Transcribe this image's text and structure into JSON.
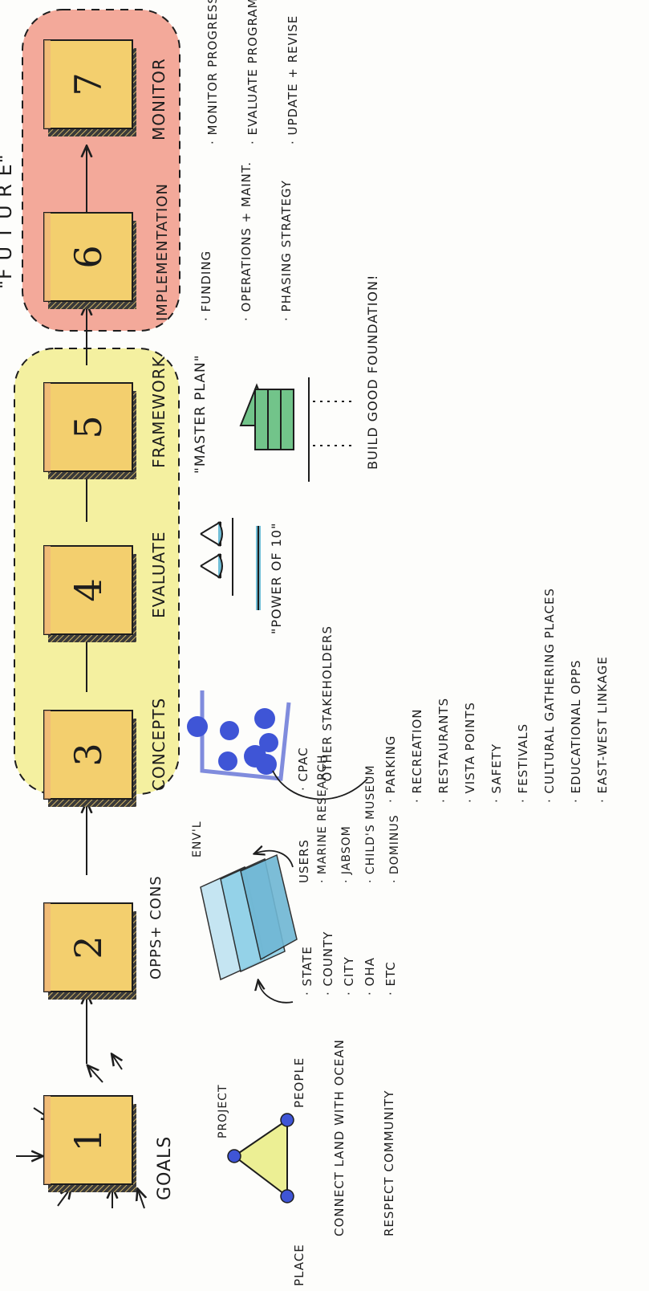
{
  "header": {
    "label": "\"F U T U R E\""
  },
  "colors": {
    "box_fill": "#f3cf6e",
    "box_top": "#f0b47a",
    "yellow_group": "#f4f0a0",
    "red_group": "#f3a99a",
    "ink": "#1d1d1d",
    "dot_blue": "#3f55d6",
    "scale_blue": "#6fbdd6",
    "layers_blue": "#8fd0e8",
    "house_green": "#72c48a",
    "triangle_yellow": "#ecef94"
  },
  "steps": [
    {
      "number": "1",
      "label": "GOALS"
    },
    {
      "number": "2",
      "label": "OPPS+ CONS"
    },
    {
      "number": "3",
      "label": "CONCEPTS"
    },
    {
      "number": "4",
      "label": "EVALUATE"
    },
    {
      "number": "5",
      "label": "FRAMEWORK"
    },
    {
      "number": "6",
      "label": "IMPLEMENTATION"
    },
    {
      "number": "7",
      "label": "MONITOR"
    }
  ],
  "goals": {
    "triangle": {
      "top": "PROJECT",
      "right": "PEOPLE",
      "left": "PLACE"
    },
    "bullets": [
      "CONNECT LAND WITH OCEAN",
      "RESPECT COMMUNITY"
    ]
  },
  "opps": {
    "layers_label": "ENV'L",
    "agencies": [
      "STATE",
      "COUNTY",
      "CITY",
      "OHA",
      "ETC"
    ],
    "users_title": "USERS",
    "users": [
      "MARINE RESEARCH",
      "JABSOM",
      "CHILD'S MUSEUM",
      "DOMINUS"
    ]
  },
  "concepts": {
    "groups": [
      "CPAC",
      "OTHER STAKEHOLDERS"
    ],
    "topics": [
      "PARKING",
      "RECREATION",
      "RESTAURANTS",
      "VISTA POINTS",
      "SAFETY",
      "FESTIVALS",
      "CULTURAL GATHERING PLACES",
      "EDUCATIONAL OPPS",
      "EAST-WEST LINKAGE"
    ]
  },
  "evaluate": {
    "caption": "\"POWER OF 10\""
  },
  "framework": {
    "caption": "\"MASTER PLAN\"",
    "note": "BUILD GOOD FOUNDATION!"
  },
  "implementation": {
    "bullets": [
      "FUNDING",
      "OPERATIONS + MAINT.",
      "PHASING STRATEGY"
    ]
  },
  "monitor": {
    "bullets": [
      "MONITOR PROGRESS",
      "EVALUATE PROGRAMS",
      "UPDATE + REVISE"
    ]
  }
}
